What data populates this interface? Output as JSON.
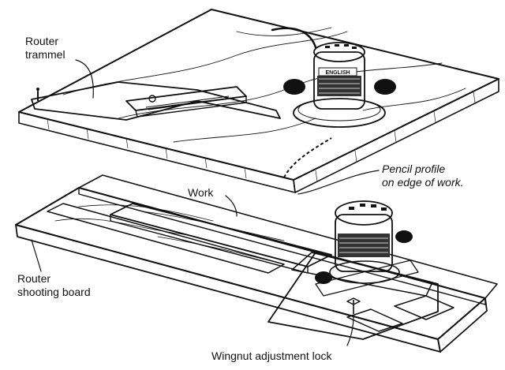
{
  "labels": {
    "router_trammel_line1": "Router",
    "router_trammel_line2": "trammel",
    "pencil_profile_line1": "Pencil profile",
    "pencil_profile_line2": "on edge of work.",
    "work": "Work",
    "router_shooting_board_line1": "Router",
    "router_shooting_board_line2": "shooting board",
    "wingnut_adjustment_lock": "Wingnut adjustment lock"
  },
  "router_badge_text": "ENGLISH",
  "colors": {
    "ink": "#111111",
    "paper": "#ffffff"
  }
}
